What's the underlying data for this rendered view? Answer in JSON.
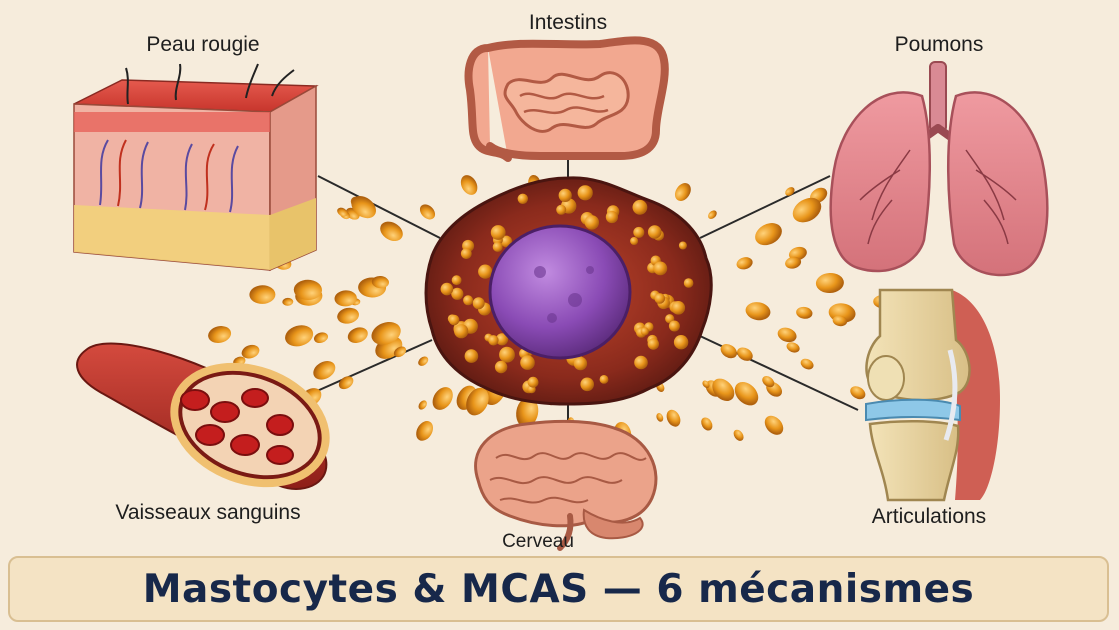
{
  "labels": {
    "skin": "Peau rougie",
    "intestine": "Intestins",
    "lungs": "Poumons",
    "vessels": "Vaisseaux sanguins",
    "brain": "Cerveau",
    "joints": "Articulations"
  },
  "title": "Mastocytes & MCAS — 6 mécanismes",
  "colors": {
    "background": "#f6ecdc",
    "banner": "#f4e3c4",
    "title": "#17284a",
    "granule": "#e8951a",
    "cell": "#8a2a1c",
    "nucleus": "#8a4bb5"
  },
  "icons": [
    "skin-block-icon",
    "intestine-icon",
    "lungs-icon",
    "blood-vessel-icon",
    "brain-icon",
    "knee-joint-icon",
    "mast-cell-icon"
  ]
}
